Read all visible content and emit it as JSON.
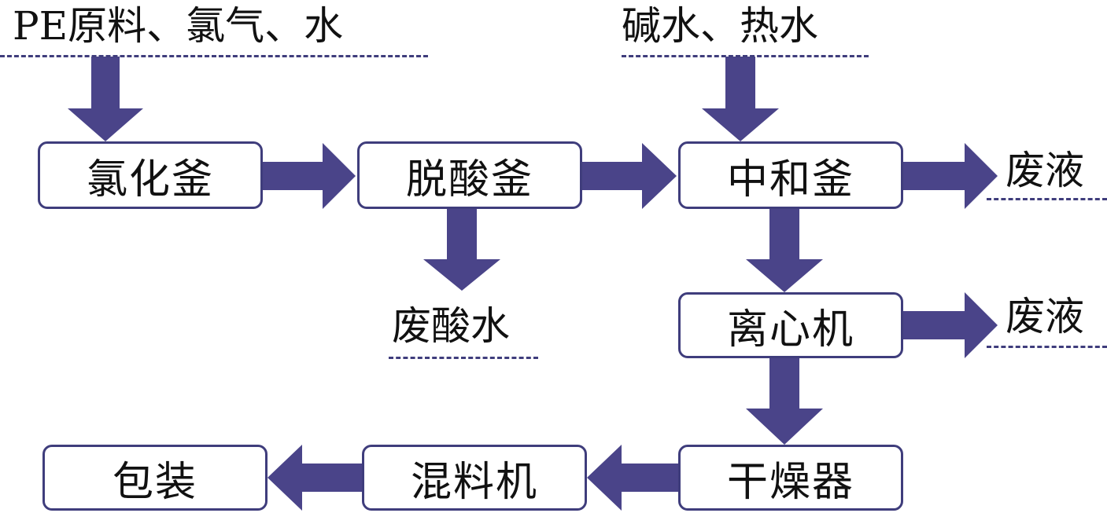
{
  "diagram": {
    "inputs": {
      "raw": "PE原料、氯气、水",
      "alkali": "碱水、热水"
    },
    "nodes": {
      "chlorination": "氯化釜",
      "deacid": "脱酸釜",
      "neutral": "中和釜",
      "centrifuge": "离心机",
      "dryer": "干燥器",
      "mixer": "混料机",
      "package": "包装"
    },
    "outputs": {
      "waste_acid": "废酸水",
      "waste_liquid_1": "废液",
      "waste_liquid_2": "废液"
    },
    "colors": {
      "arrow": "#4a4489",
      "border": "#3f3d7c",
      "text": "#111111"
    }
  }
}
